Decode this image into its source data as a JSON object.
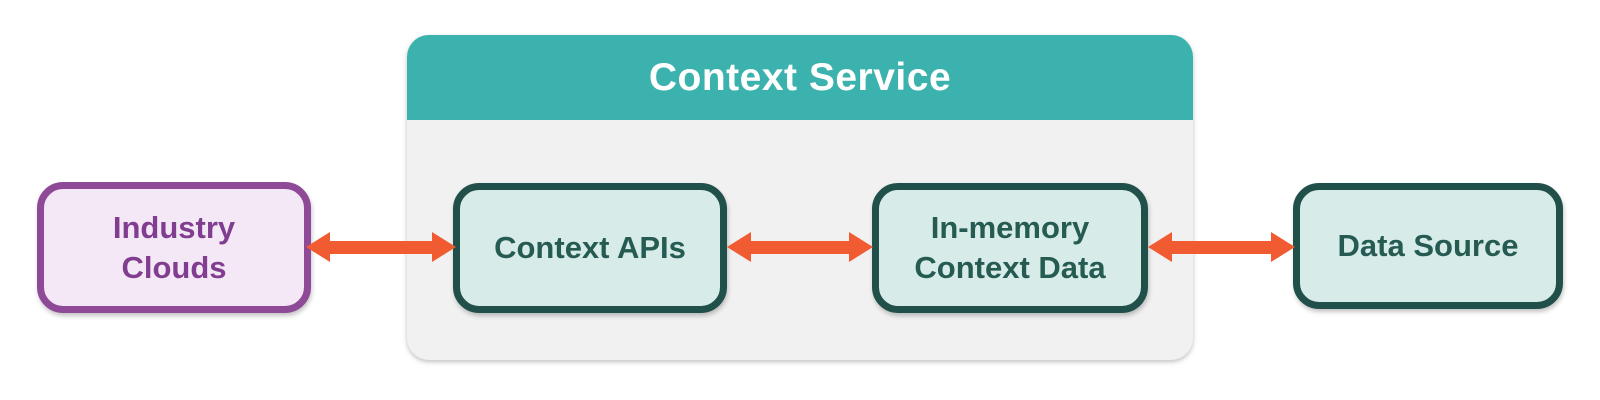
{
  "diagram": {
    "container": {
      "title": "Context Service"
    },
    "nodes": {
      "industry_clouds": {
        "label": "Industry\nClouds"
      },
      "context_apis": {
        "label": "Context APIs"
      },
      "in_memory_context_data": {
        "label": "In-memory\nContext Data"
      },
      "data_source": {
        "label": "Data Source"
      }
    },
    "arrows": [
      {
        "name": "industry-clouds-to-context-apis",
        "type": "bidirectional"
      },
      {
        "name": "context-apis-to-in-memory-context-data",
        "type": "bidirectional"
      },
      {
        "name": "in-memory-context-data-to-data-source",
        "type": "bidirectional"
      }
    ],
    "colors": {
      "header_teal": "#3BB2AD",
      "container_gray": "#F1F1F2",
      "mint_fill": "#D7ECE8",
      "dark_teal_border": "#21504B",
      "dark_teal_text": "#265B54",
      "lavender_fill": "#F4E8F6",
      "purple_border": "#8E4A96",
      "purple_text": "#813E90",
      "arrow_orange": "#F15B31",
      "title_text": "#FFFFFF"
    }
  }
}
